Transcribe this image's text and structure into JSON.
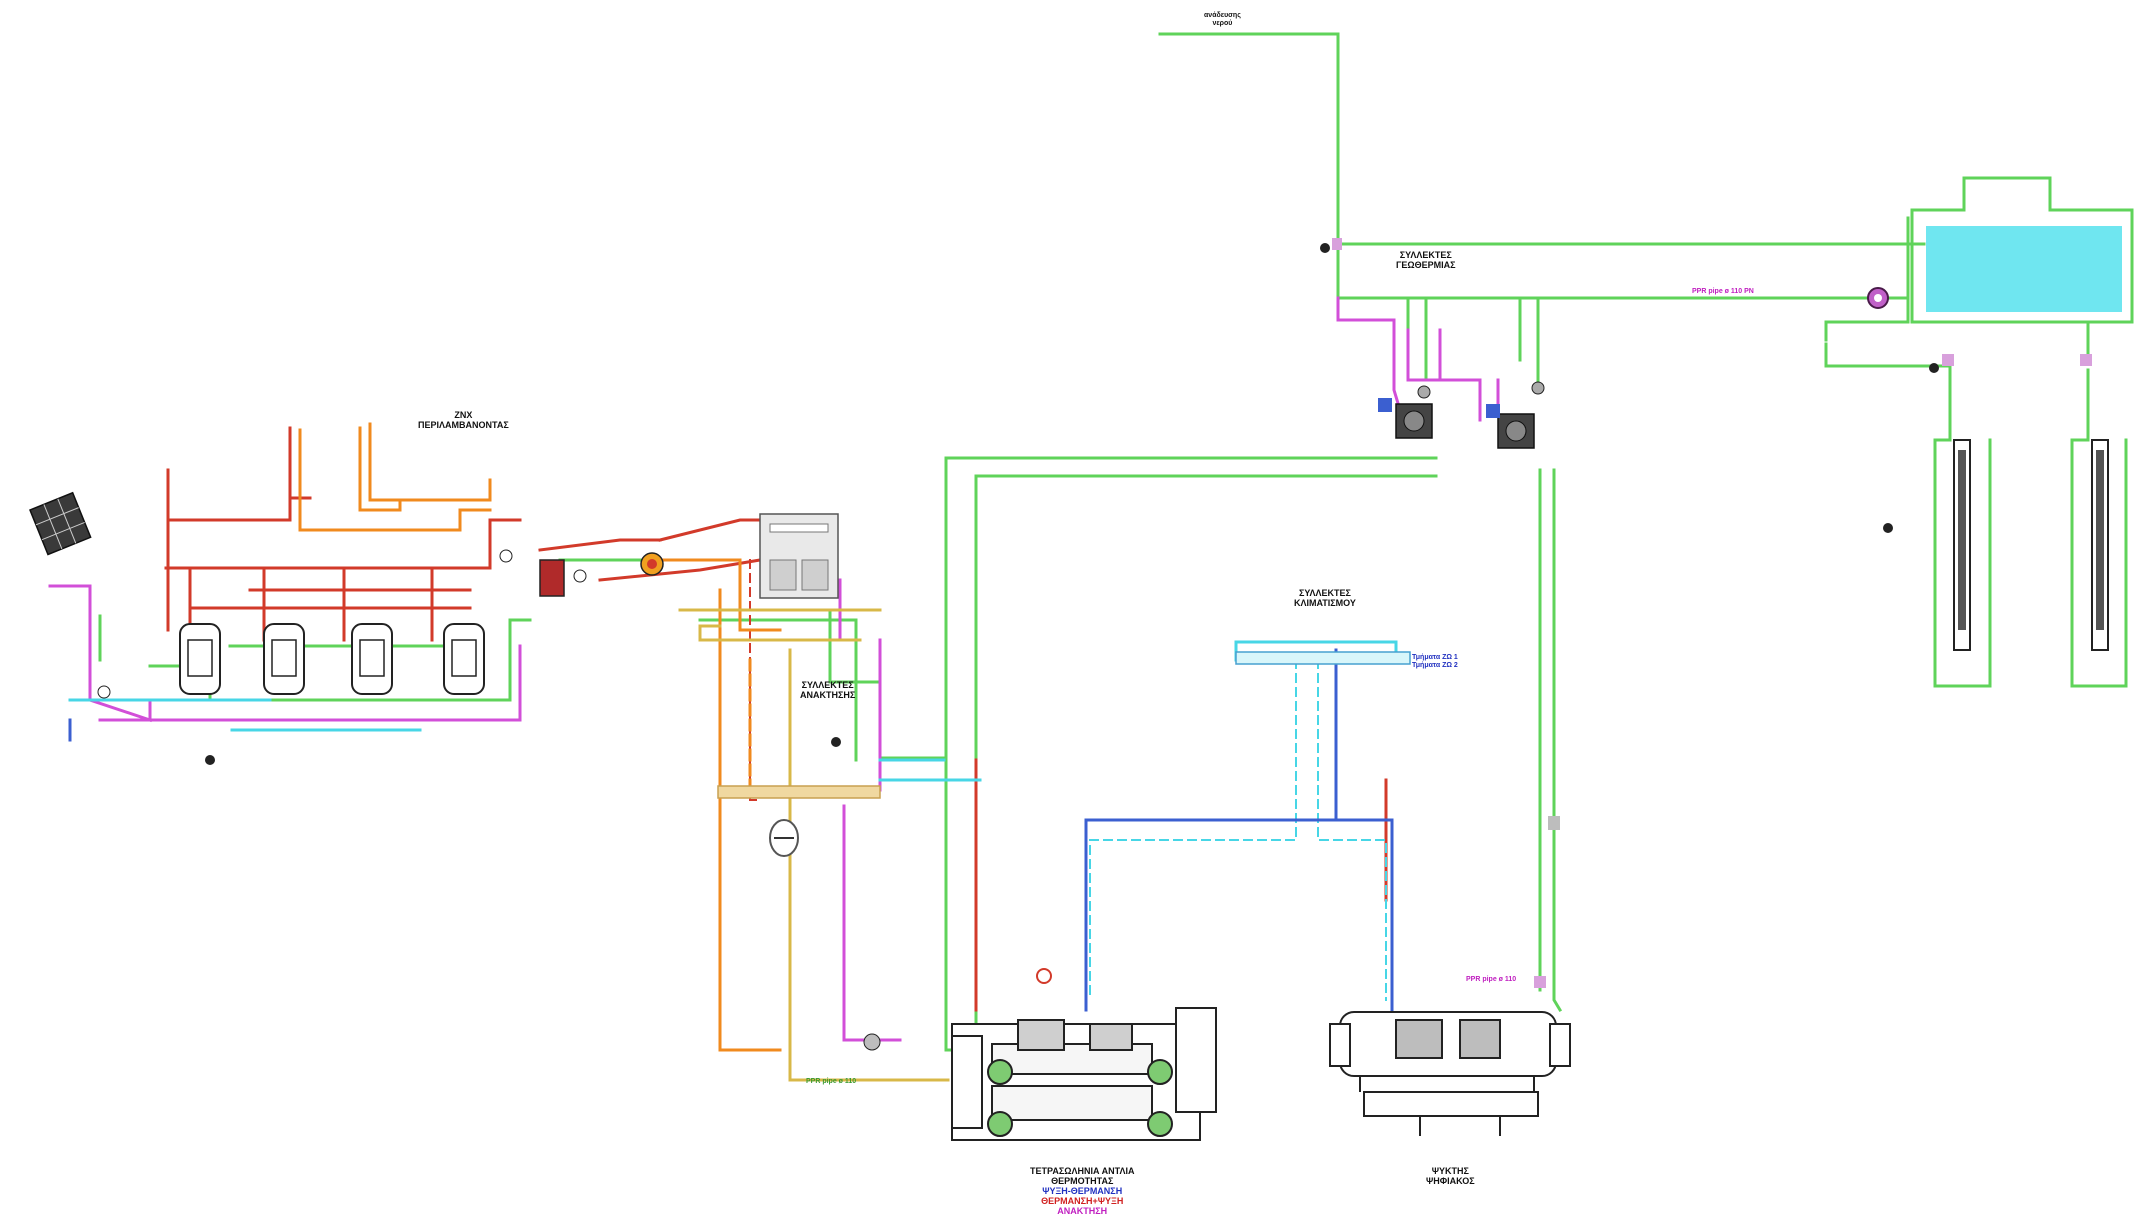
{
  "colors": {
    "green": "#5fd35a",
    "magenta": "#d24fd8",
    "red": "#d23a2a",
    "orange": "#f08a1e",
    "yellow": "#d8b848",
    "cyan": "#47d6e6",
    "blue": "#3b5fd0",
    "water": "#6fe6f0"
  },
  "labels": {
    "top_outlet": [
      "ανάδευσης",
      "νερού"
    ],
    "geothermal_manifold": [
      "ΣΥΛΛΕΚΤΕΣ",
      "ΓΕΩΘΕΡΜΙΑΣ"
    ],
    "recovery_manifold": [
      "ΣΥΛΛΕΚΤΕΣ",
      "ΑΝΑΚΤΗΣΗΣ"
    ],
    "cooling_manifold": [
      "ΣΥΛΛΕΚΤΕΣ",
      "ΚΛΙΜΑΤΙΣΜΟΥ"
    ],
    "dhw": [
      "ΖΝΧ",
      "ΠΕΡΙΛΑΜΒΑΝΟΝΤΑΣ"
    ],
    "heat_pump": [
      "ΤΕΤΡΑΣΩΛΗΝΙΑ ΑΝΤΛΙΑ",
      "ΘΕΡΜΟΤΗΤΑΣ"
    ],
    "heat_pump_legend": [
      "ΨΥΞΗ-ΘΕΡΜΑΝΣΗ",
      "ΘΕΡΜΑΝΣΗ+ΨΥΞΗ",
      "ΑΝΑΚΤΗΣΗ"
    ],
    "chiller": [
      "ΨΥΚΤΗΣ",
      "ΨΗΦΙΑΚΟΣ"
    ],
    "cooling_zones": [
      "Τμήματα ΖΩ 1",
      "Τμήματα ΖΩ 2"
    ],
    "pipe_ppr_top": "PPR pipe ø 110 PN",
    "pipe_ppr_right": "PPR pipe ø 110",
    "pipe_ppr_bottom": "PPR pipe ø 110"
  }
}
